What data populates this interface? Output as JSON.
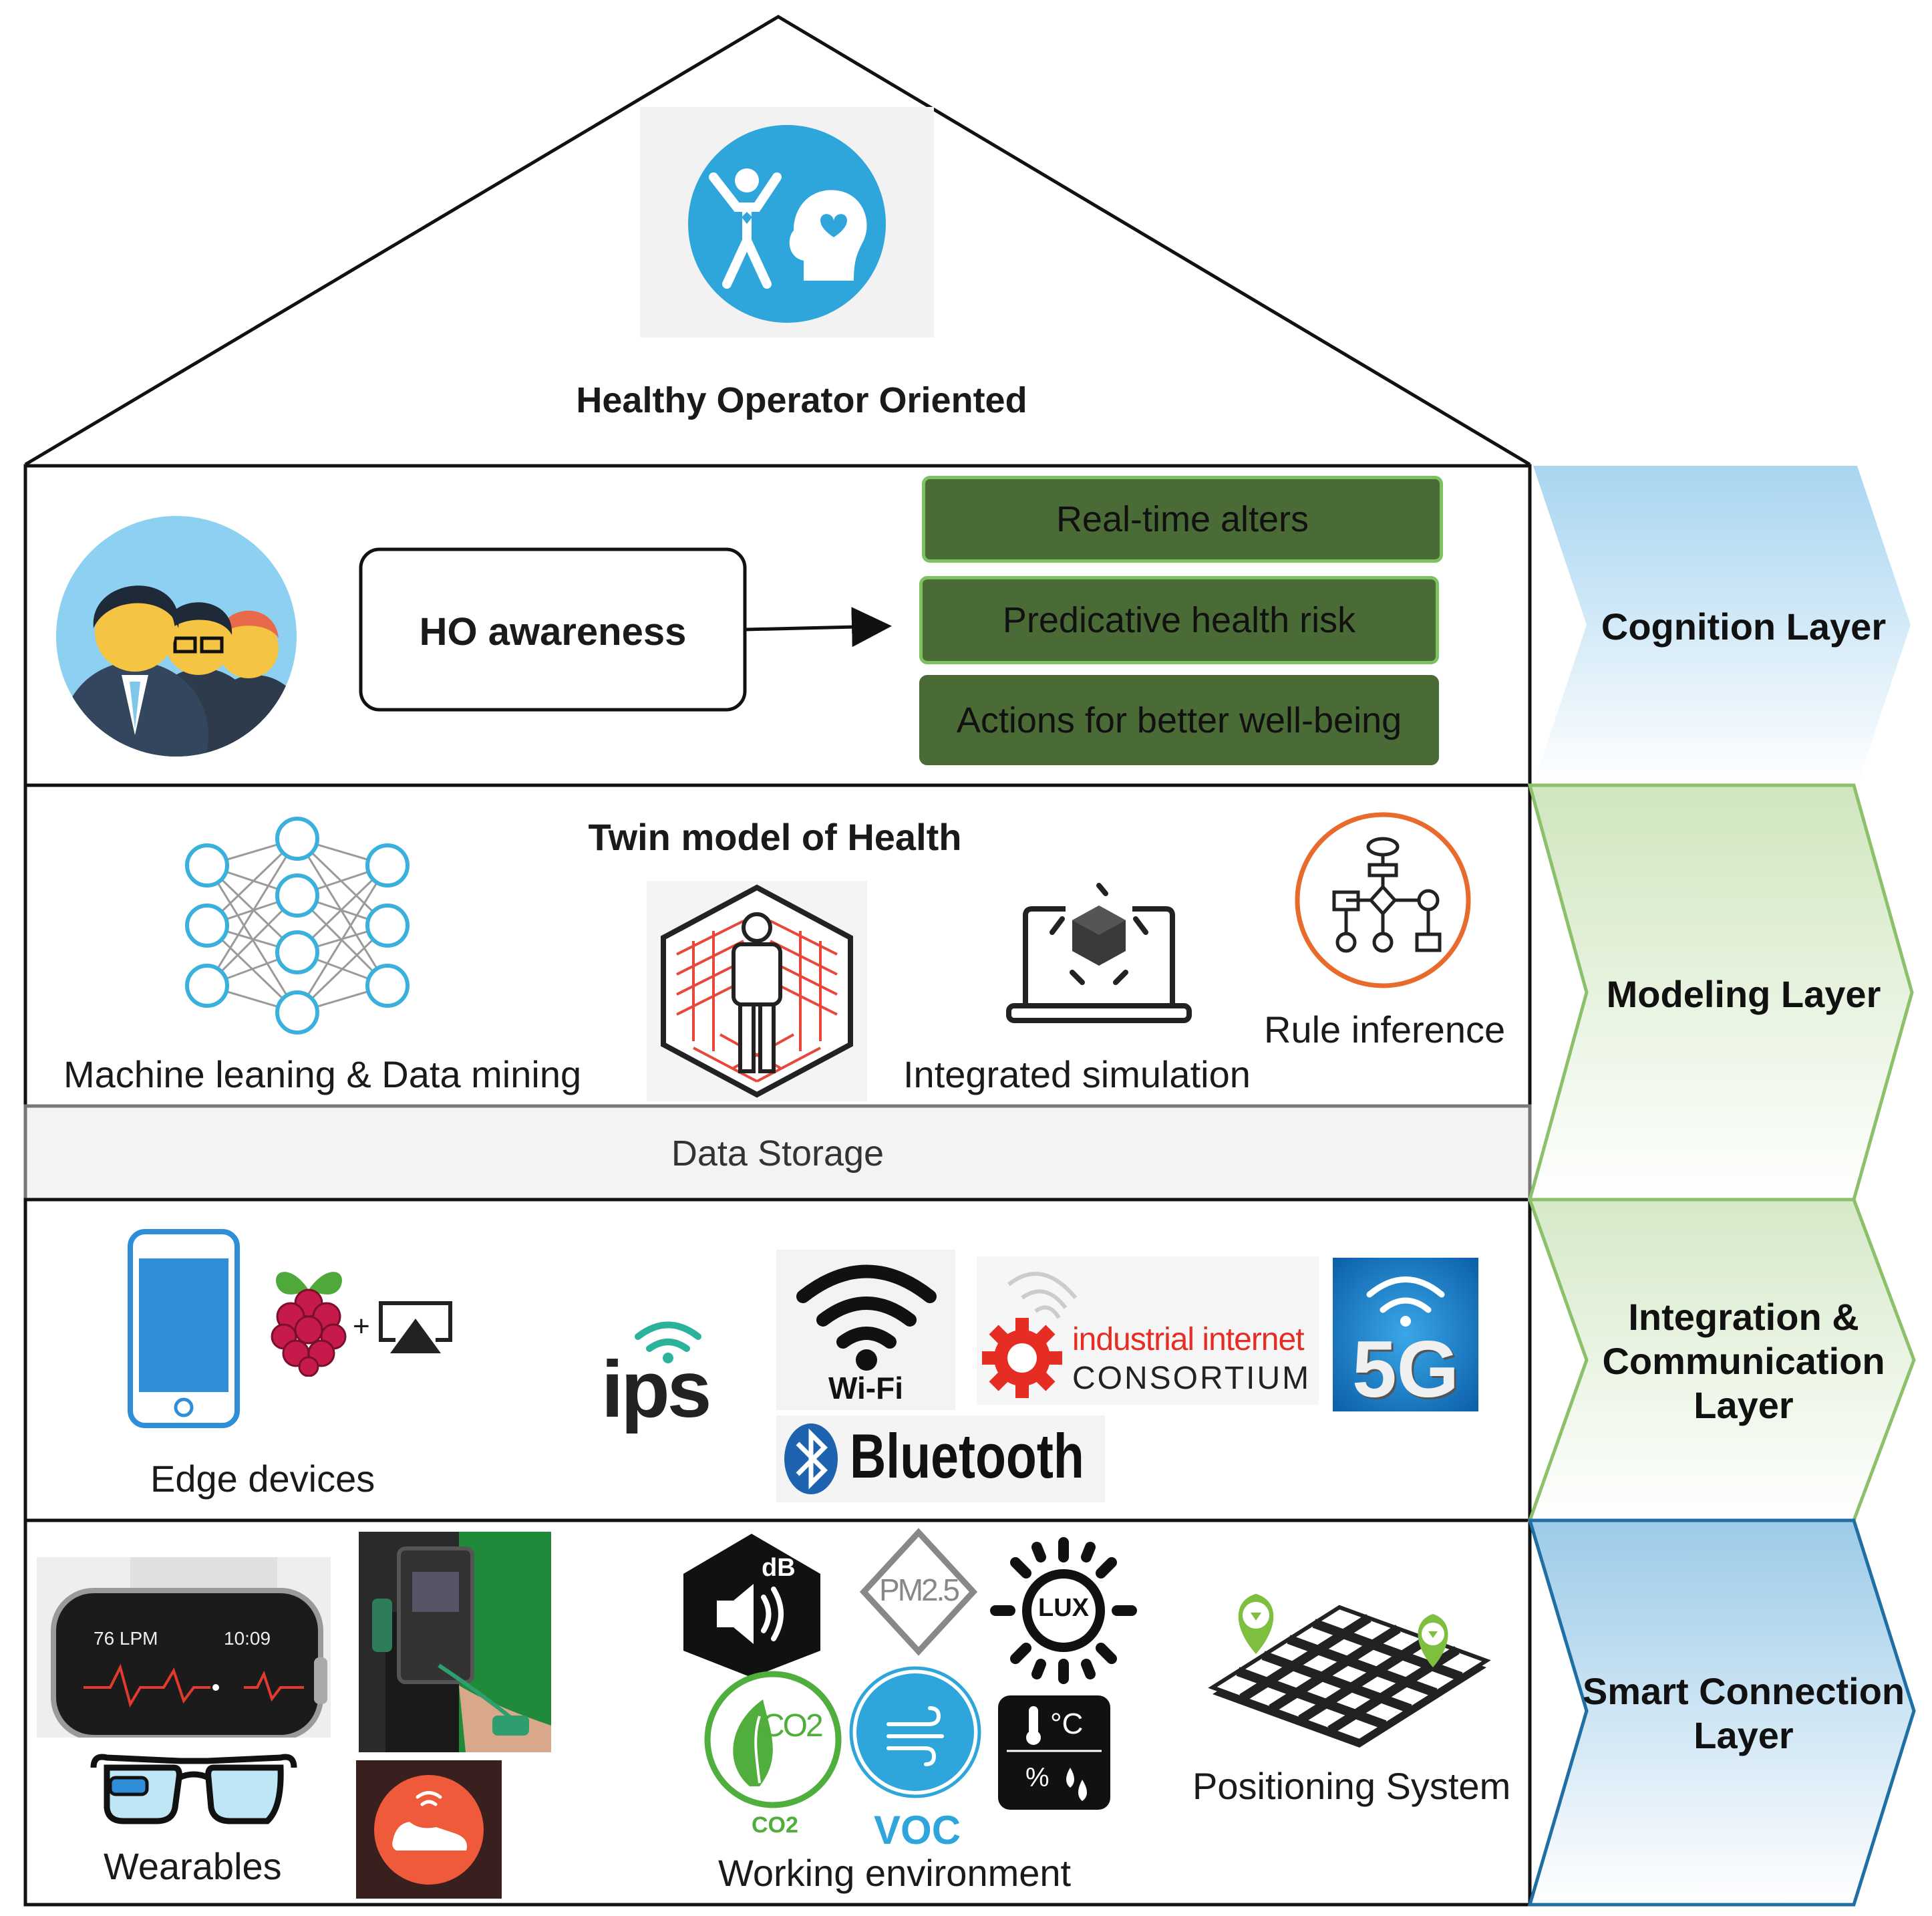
{
  "roof": {
    "title": "Healthy Operator Oriented"
  },
  "cognition": {
    "awareness_label": "HO awareness",
    "outputs": [
      "Real-time alters",
      "Predicative health risk",
      "Actions for better well-being"
    ]
  },
  "modeling": {
    "title": "Twin model of Health",
    "ml_label": "Machine leaning & Data mining",
    "sim_label": "Integrated simulation",
    "rule_label": "Rule inference",
    "storage_label": "Data Storage"
  },
  "integration": {
    "edge_label": "Edge devices",
    "ips_logo": "ips",
    "wifi_logo": "Wi-Fi",
    "iic_line1": "industrial internet",
    "iic_line2": "CONSORTIUM",
    "fiveg_logo": "5G",
    "bluetooth_logo": "Bluetooth"
  },
  "smart": {
    "watch_bpm": "76 LPM",
    "watch_time": "10:09",
    "wearables_label": "Wearables",
    "db_label": "dB",
    "pm_label": "PM2.5",
    "lux_label": "LUX",
    "co2_icon": "CO2",
    "co2_label": "CO2",
    "voc_label": "VOC",
    "temp_label": "°C",
    "hum_label": "%",
    "env_label": "Working environment",
    "pos_label": "Positioning System"
  },
  "layers": {
    "cognition": "Cognition Layer",
    "modeling": "Modeling Layer",
    "integration_1": "Integration &",
    "integration_2": "Communication",
    "integration_3": "Layer",
    "smart_1": "Smart Connection",
    "smart_2": "Layer"
  },
  "colors": {
    "dark_green": "#4a6b35",
    "light_green": "#7cc25f",
    "chevron_blue": "#a9d4ee",
    "chevron_green": "#8cc06a",
    "chevron_darkblue": "#1f6fa5",
    "icon_blue": "#2ea6dc"
  }
}
